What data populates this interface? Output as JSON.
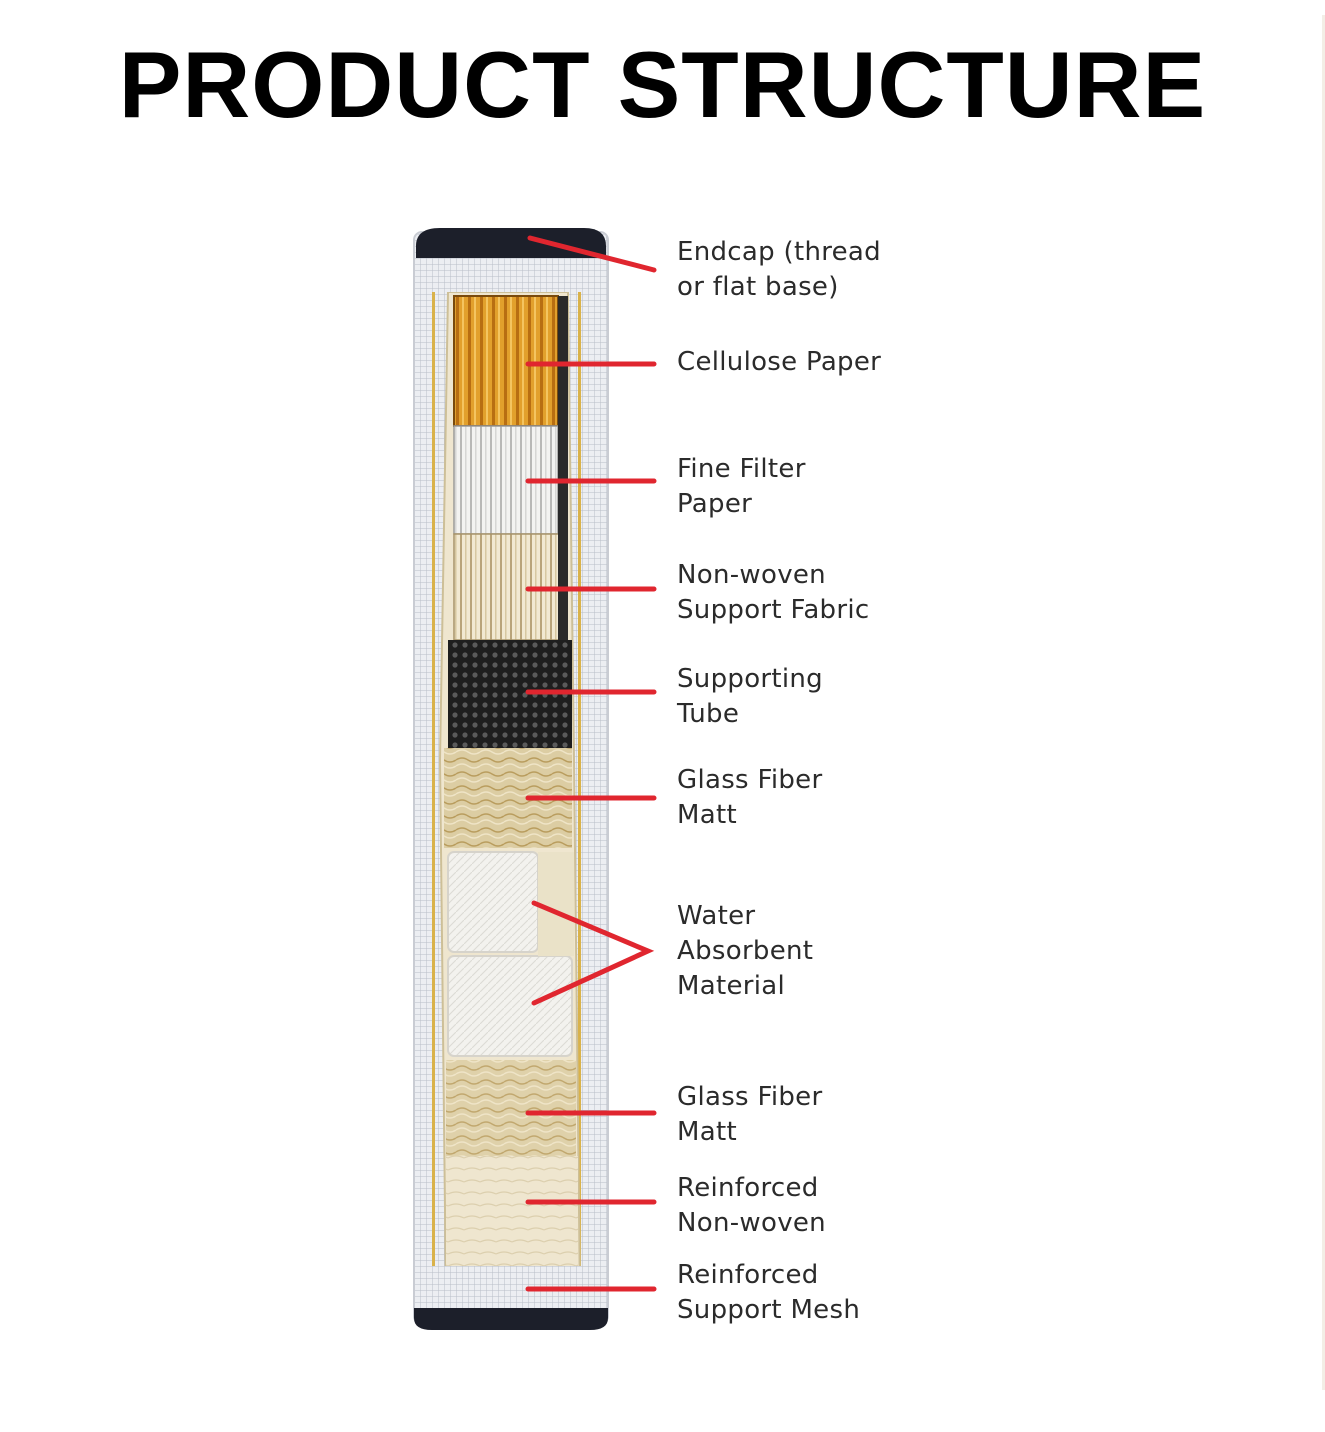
{
  "title": "PRODUCT STRUCTURE",
  "colors": {
    "leader": "#e0262f",
    "label_text": "#2b2b2b",
    "endcap": "#1c1f2a",
    "cellulose": "#d9931f",
    "supporting_tube": "#2a2a2a",
    "glass_fiber": "#d8c9a0",
    "absorbent": "#f1efe9",
    "outer_mesh": "#e4e6ea"
  },
  "layers": [
    {
      "id": "endcap",
      "lines": [
        "Endcap (thread",
        "or flat base)"
      ]
    },
    {
      "id": "cellulose-paper",
      "lines": [
        "Cellulose Paper"
      ]
    },
    {
      "id": "fine-filter-paper",
      "lines": [
        "Fine Filter",
        "Paper"
      ]
    },
    {
      "id": "non-woven-support-fabric",
      "lines": [
        "Non-woven",
        "Support Fabric"
      ]
    },
    {
      "id": "supporting-tube",
      "lines": [
        "Supporting",
        "Tube"
      ]
    },
    {
      "id": "glass-fiber-matt-1",
      "lines": [
        "Glass Fiber",
        "Matt"
      ]
    },
    {
      "id": "water-absorbent-material",
      "lines": [
        "Water",
        "Absorbent",
        "Material"
      ]
    },
    {
      "id": "glass-fiber-matt-2",
      "lines": [
        "Glass Fiber",
        "Matt"
      ]
    },
    {
      "id": "reinforced-non-woven",
      "lines": [
        "Reinforced",
        "Non-woven"
      ]
    },
    {
      "id": "reinforced-support-mesh",
      "lines": [
        "Reinforced",
        "Support Mesh"
      ]
    }
  ]
}
